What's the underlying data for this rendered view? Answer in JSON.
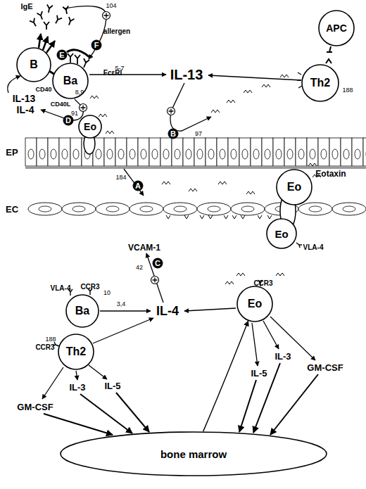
{
  "diagram": {
    "nodes": [
      {
        "text": [
          "B"
        ]
      },
      {
        "text": [
          "Ba"
        ]
      },
      {
        "text": [
          "E"
        ]
      },
      {
        "text": [
          "F"
        ]
      },
      {
        "text": [
          "APC"
        ]
      },
      {
        "text": [
          "Th2"
        ]
      },
      {
        "text": [
          "D"
        ]
      },
      {
        "text": [
          "Eo"
        ]
      },
      {
        "text": [
          "B"
        ]
      },
      {
        "text": [
          "A"
        ]
      },
      {
        "text": [
          "Eo"
        ]
      },
      {
        "text": [
          "Eo"
        ]
      },
      {
        "text": [
          "C"
        ]
      },
      {
        "text": [
          "Ba"
        ]
      },
      {
        "text": [
          "Th2"
        ]
      },
      {
        "text": [
          "Eo"
        ]
      },
      {
        "text": [
          "bone marrow"
        ]
      }
    ],
    "edges": [
      {
        "from": 16,
        "to": 15,
        "arrow": "to"
      }
    ],
    "labels": [
      "IgE",
      "104",
      "allergen",
      "FcεRI",
      "CD40",
      "CD40L",
      "8,9",
      "5-7",
      "IL-13",
      "188",
      "IL-13",
      "IL-4",
      "91",
      "97",
      "EP",
      "184",
      "Eotaxin",
      "EC",
      "VCAM-1",
      "42",
      "VLA-4",
      "VLA-4",
      "CCR3",
      "10",
      "3,4",
      "IL-4",
      "CCR3",
      "188",
      "CCR3",
      "GM-CSF",
      "IL-3",
      "IL-5",
      "IL-3",
      "IL-5",
      "GM-CSF"
    ]
  }
}
